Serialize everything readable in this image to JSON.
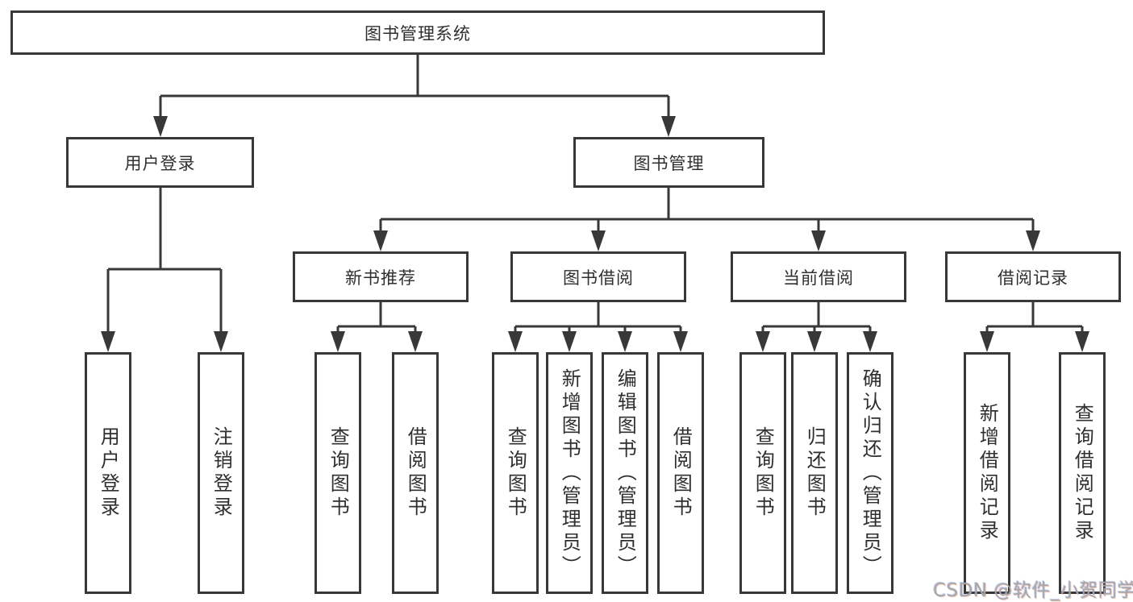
{
  "diagram": {
    "root": {
      "label": "图书管理系统"
    },
    "branches": [
      {
        "label": "用户登录",
        "children": [
          {
            "label": "用户登录"
          },
          {
            "label": "注销登录"
          }
        ]
      },
      {
        "label": "图书管理",
        "children": [
          {
            "label": "新书推荐",
            "children": [
              {
                "label": "查询图书"
              },
              {
                "label": "借阅图书"
              }
            ]
          },
          {
            "label": "图书借阅",
            "children": [
              {
                "label": "查询图书"
              },
              {
                "label": "新增图书（管理员）"
              },
              {
                "label": "编辑图书（管理员）"
              },
              {
                "label": "借阅图书"
              }
            ]
          },
          {
            "label": "当前借阅",
            "children": [
              {
                "label": "查询图书"
              },
              {
                "label": "归还图书"
              },
              {
                "label": "确认归还（管理员）"
              }
            ]
          },
          {
            "label": "借阅记录",
            "children": [
              {
                "label": "新增借阅记录"
              },
              {
                "label": "查询借阅记录"
              }
            ]
          }
        ]
      }
    ]
  },
  "watermark": {
    "text": "CSDN @软件_小贺同学"
  },
  "colors": {
    "line": "#383838",
    "text": "#2f2f2f",
    "background": "#ffffff",
    "watermark": "#a6a6a6"
  }
}
